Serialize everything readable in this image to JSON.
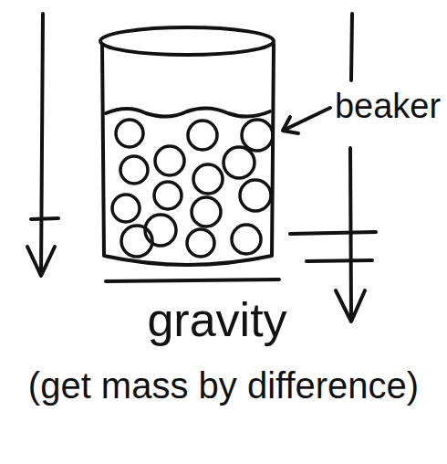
{
  "diagram": {
    "labels": [
      "beaker",
      "gravity",
      "(get mass by difference)"
    ]
  }
}
